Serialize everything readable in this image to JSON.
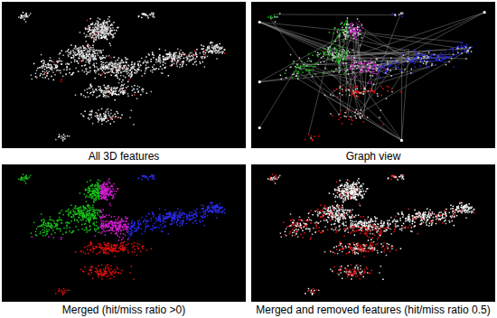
{
  "diagram": {
    "labels": [
      "All 3D features",
      "Graph view",
      "Merged (hit/miss ratio >0)",
      "Merged and removed features (hit/miss ratio 0.5)"
    ]
  }
}
